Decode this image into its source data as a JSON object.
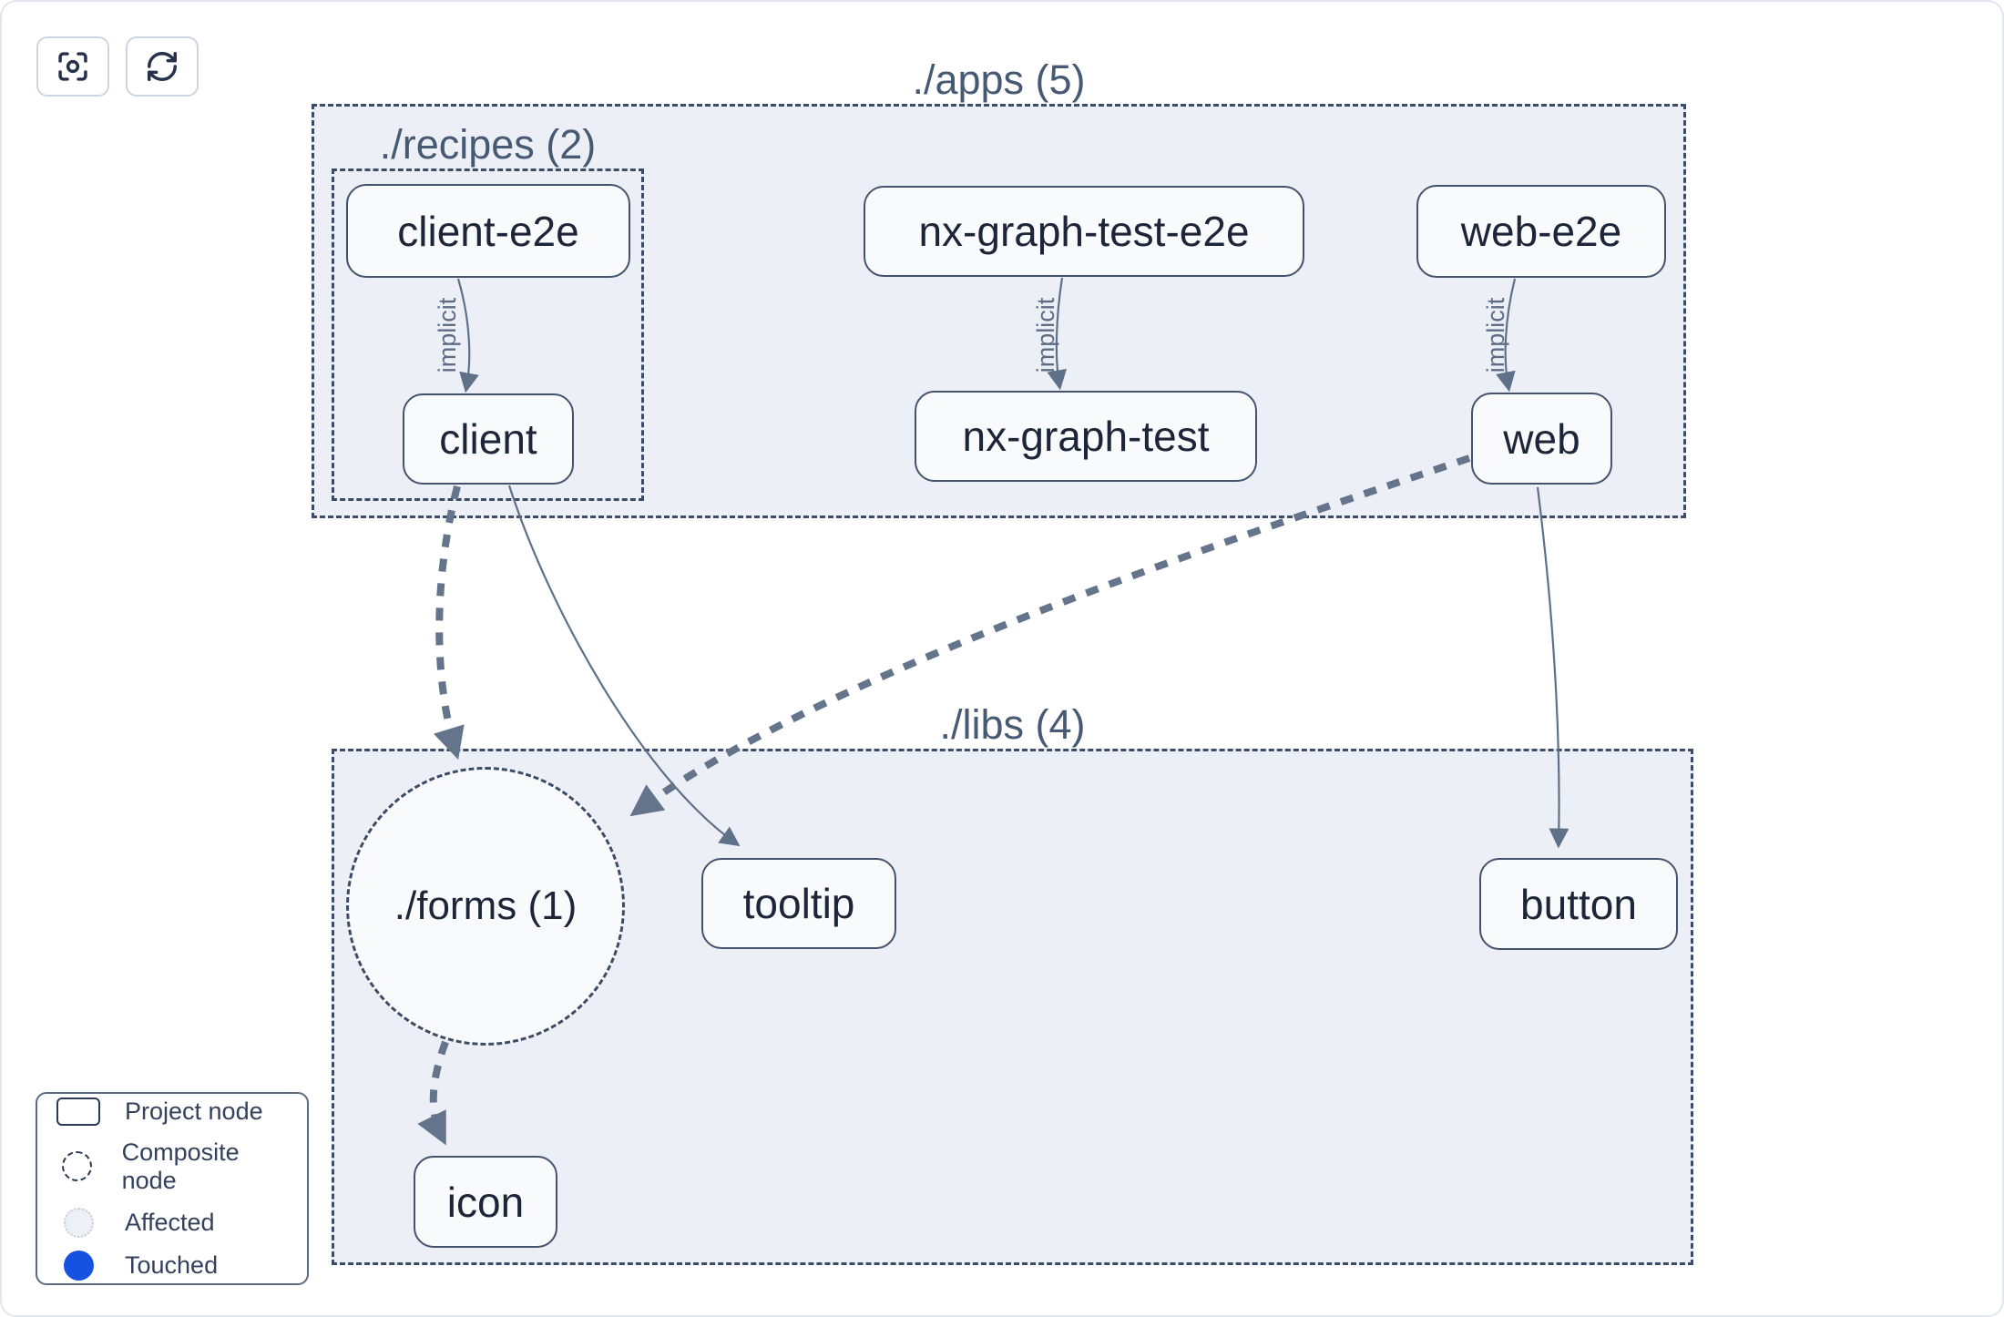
{
  "toolbar": {
    "buttons": [
      {
        "name": "focus",
        "icon": "viewfinder-icon"
      },
      {
        "name": "refresh",
        "icon": "refresh-icon"
      }
    ]
  },
  "graph": {
    "groups": {
      "apps": {
        "label": "./apps (5)"
      },
      "recipes": {
        "label": "./recipes (2)"
      },
      "libs": {
        "label": "./libs (4)"
      }
    },
    "composite_nodes": {
      "forms": {
        "label": "./forms (1)"
      }
    },
    "nodes": {
      "client_e2e": {
        "label": "client-e2e"
      },
      "client": {
        "label": "client"
      },
      "nx_graph_test_e2e": {
        "label": "nx-graph-test-e2e"
      },
      "nx_graph_test": {
        "label": "nx-graph-test"
      },
      "web_e2e": {
        "label": "web-e2e"
      },
      "web": {
        "label": "web"
      },
      "tooltip": {
        "label": "tooltip"
      },
      "button": {
        "label": "button"
      },
      "icon": {
        "label": "icon"
      }
    },
    "edges": [
      {
        "from": "client-e2e",
        "to": "client",
        "type": "implicit",
        "label": "implicit"
      },
      {
        "from": "nx-graph-test-e2e",
        "to": "nx-graph-test",
        "type": "implicit",
        "label": "implicit"
      },
      {
        "from": "web-e2e",
        "to": "web",
        "type": "implicit",
        "label": "implicit"
      },
      {
        "from": "client",
        "to": "./forms (1)",
        "type": "aggregated-dashed",
        "label": ""
      },
      {
        "from": "client",
        "to": "tooltip",
        "type": "static",
        "label": ""
      },
      {
        "from": "web",
        "to": "./forms (1)",
        "type": "aggregated-dashed",
        "label": ""
      },
      {
        "from": "web",
        "to": "button",
        "type": "static",
        "label": ""
      },
      {
        "from": "./forms (1)",
        "to": "icon",
        "type": "aggregated-dashed",
        "label": ""
      }
    ]
  },
  "legend": {
    "items": [
      {
        "label": "Project node",
        "swatch": "project-rect"
      },
      {
        "label": "Composite node",
        "swatch": "composite-dashed-circle"
      },
      {
        "label": "Affected",
        "swatch": "affected-light-circle"
      },
      {
        "label": "Touched",
        "swatch": "touched-blue-circle"
      }
    ]
  },
  "colors": {
    "touched_blue": "#1652e0",
    "container_fill": "#ecf0f6",
    "node_fill": "#f8fafc",
    "dashed_border": "#3d4c66",
    "edge": "#5f7089",
    "node_text": "#1d2639",
    "group_label_text": "#475a74"
  }
}
